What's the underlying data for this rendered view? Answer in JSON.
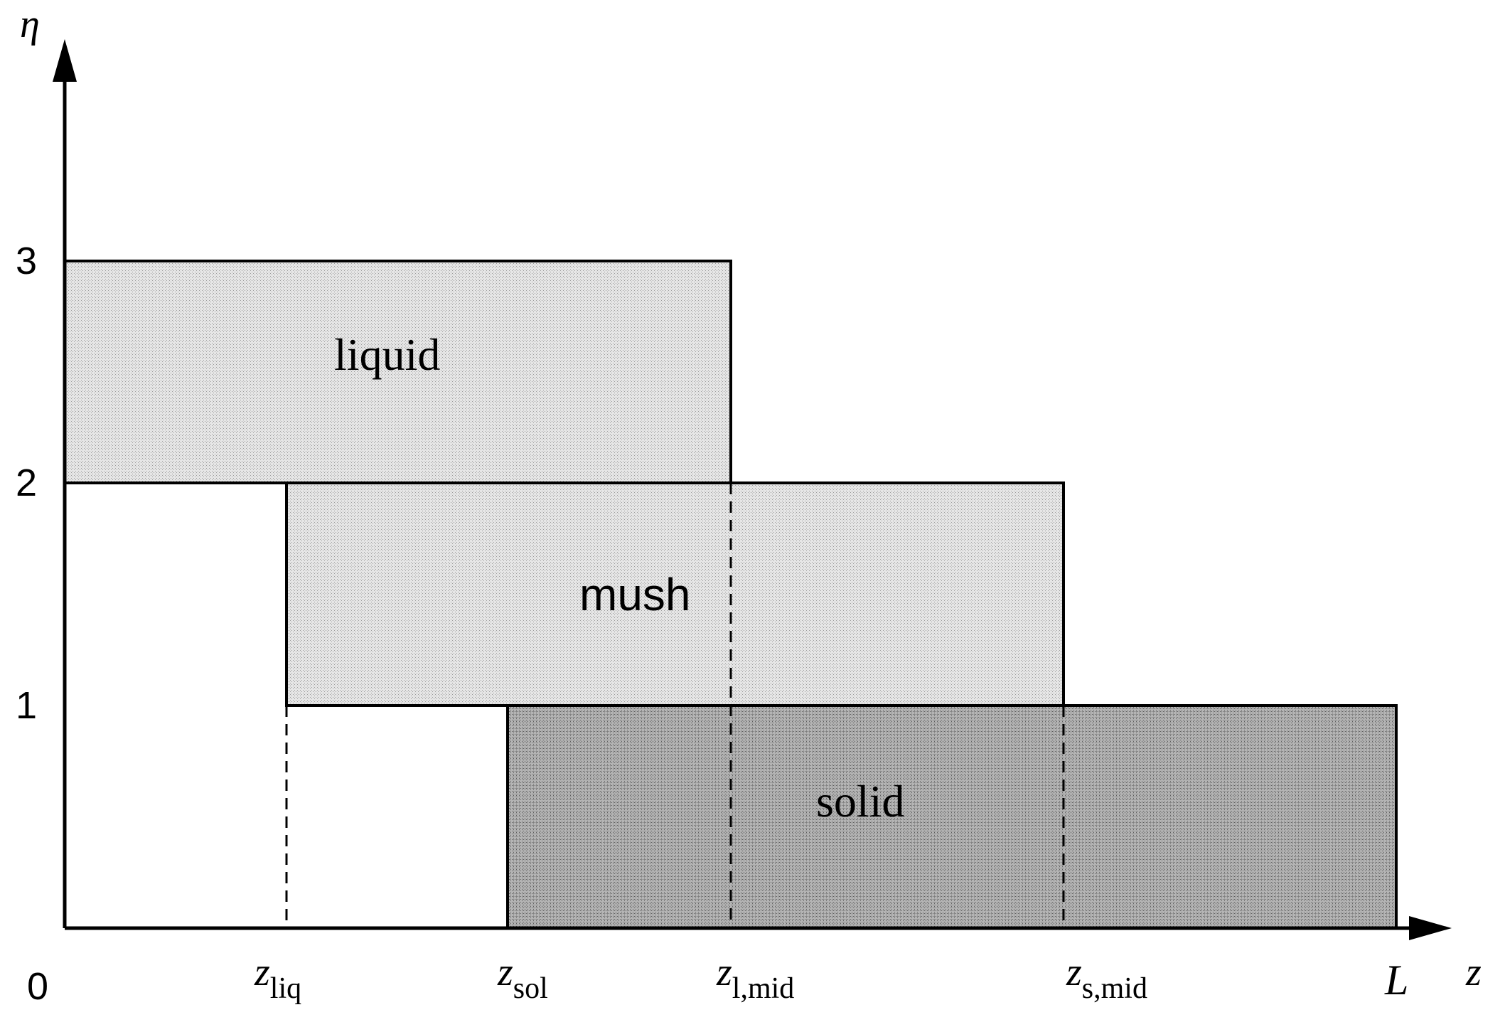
{
  "axes": {
    "y_label": "η",
    "x_label": "z",
    "y_ticks": [
      "3",
      "2",
      "1"
    ],
    "origin": "0"
  },
  "x_ticks": [
    {
      "main": "z",
      "sub": "liq"
    },
    {
      "main": "z",
      "sub": "sol"
    },
    {
      "main": "z",
      "sub": "l,mid"
    },
    {
      "main": "z",
      "sub": "s,mid"
    }
  ],
  "end_tick": "L",
  "regions": {
    "liquid": "liquid",
    "mush": "mush",
    "solid": "solid"
  },
  "colors": {
    "light_fill": "#dcdcdc",
    "dark_fill": "#a9a9a9",
    "stroke": "#000000"
  }
}
